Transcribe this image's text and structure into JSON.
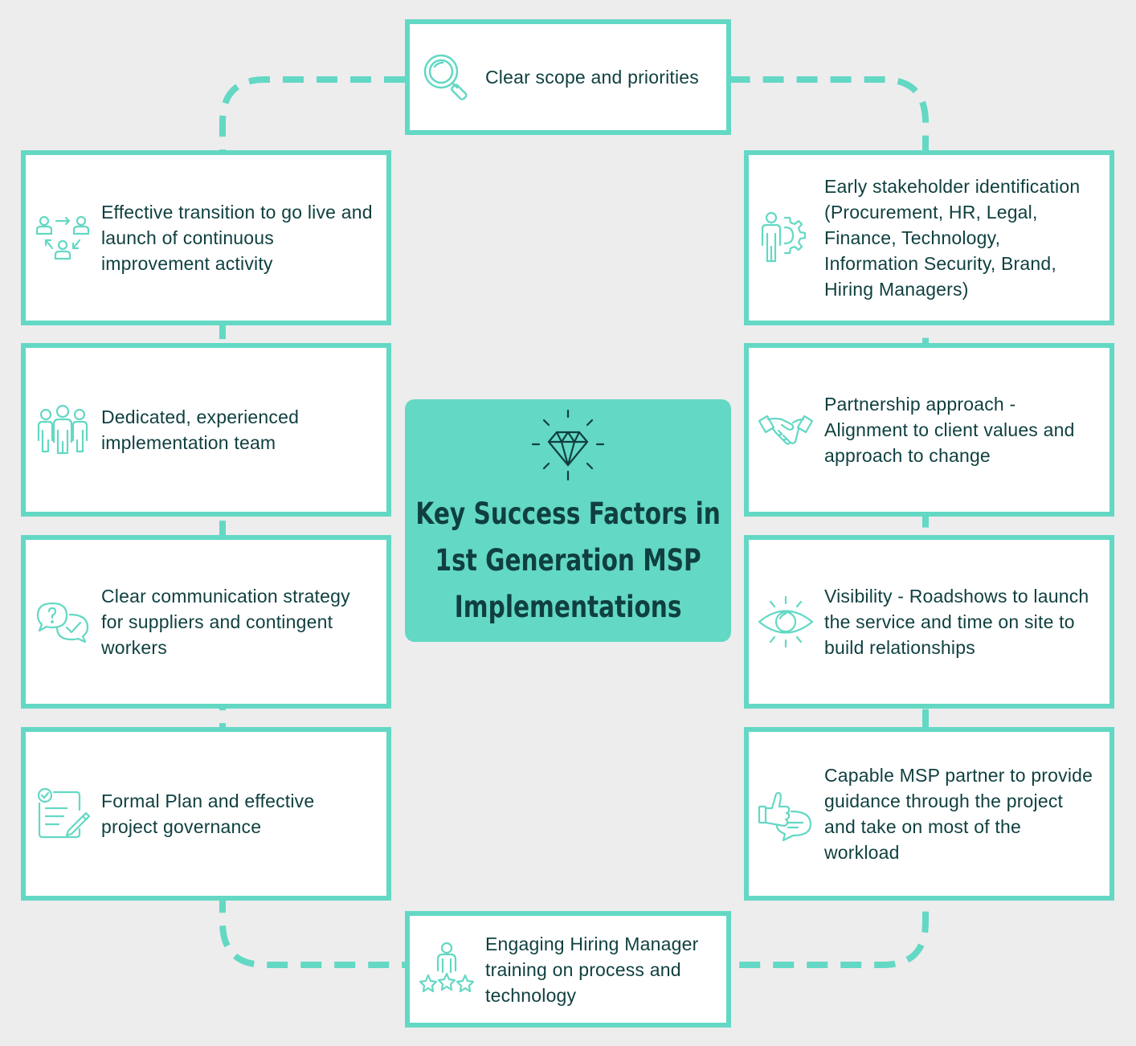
{
  "title": "Key Success Factors in 1st Generation MSP Implementations",
  "title_lines": [
    "Key Success Factors in",
    "1st Generation MSP",
    "Implementations"
  ],
  "colors": {
    "accent": "#63d8c4",
    "text": "#0f3f3f",
    "background": "#ededed",
    "card": "#ffffff"
  },
  "factors": {
    "top": {
      "icon": "magnifier-icon",
      "text": "Clear scope and priorities"
    },
    "left": [
      {
        "icon": "people-cycle-icon",
        "text": "Effective transition to go live and launch of continuous improvement activity"
      },
      {
        "icon": "team-icon",
        "text": "Dedicated, experienced implementation team"
      },
      {
        "icon": "speech-bubbles-icon",
        "text": "Clear communication strategy for suppliers and contingent workers"
      },
      {
        "icon": "checklist-icon",
        "text": "Formal Plan and effective project governance"
      }
    ],
    "right": [
      {
        "icon": "person-gear-icon",
        "text": "Early stakeholder identification (Procurement, HR, Legal, Finance, Technology, Information Security, Brand, Hiring Managers)"
      },
      {
        "icon": "handshake-icon",
        "text": "Partnership approach - Alignment to client values and approach to change"
      },
      {
        "icon": "eye-icon",
        "text": "Visibility - Roadshows to launch the service and time on site to build relationships"
      },
      {
        "icon": "thumbs-up-chat-icon",
        "text": "Capable MSP partner to provide guidance through the project and take on most of the workload"
      }
    ],
    "bottom": {
      "icon": "person-stars-icon",
      "text": "Engaging Hiring Manager training on process and technology"
    }
  }
}
